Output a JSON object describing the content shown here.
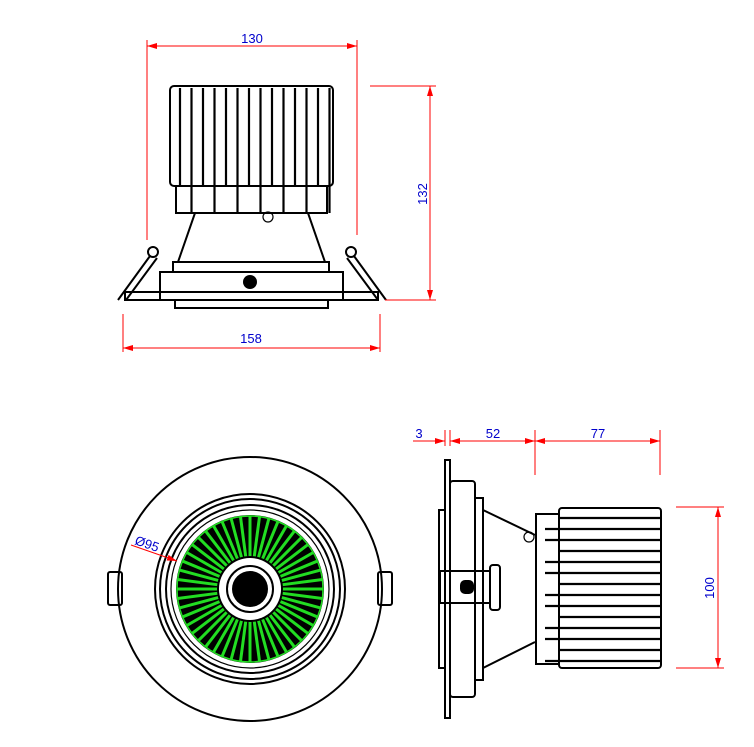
{
  "dimensions": {
    "top_width": "130",
    "top_height": "132",
    "top_base_width": "158",
    "front_diameter": "Ø95",
    "side_plate": "3",
    "side_body": "52",
    "side_heatsink": "77",
    "side_height": "100"
  },
  "colors": {
    "dimension_line": "#ff0000",
    "dimension_text": "#0000cc",
    "reflector": "#22dd22"
  }
}
